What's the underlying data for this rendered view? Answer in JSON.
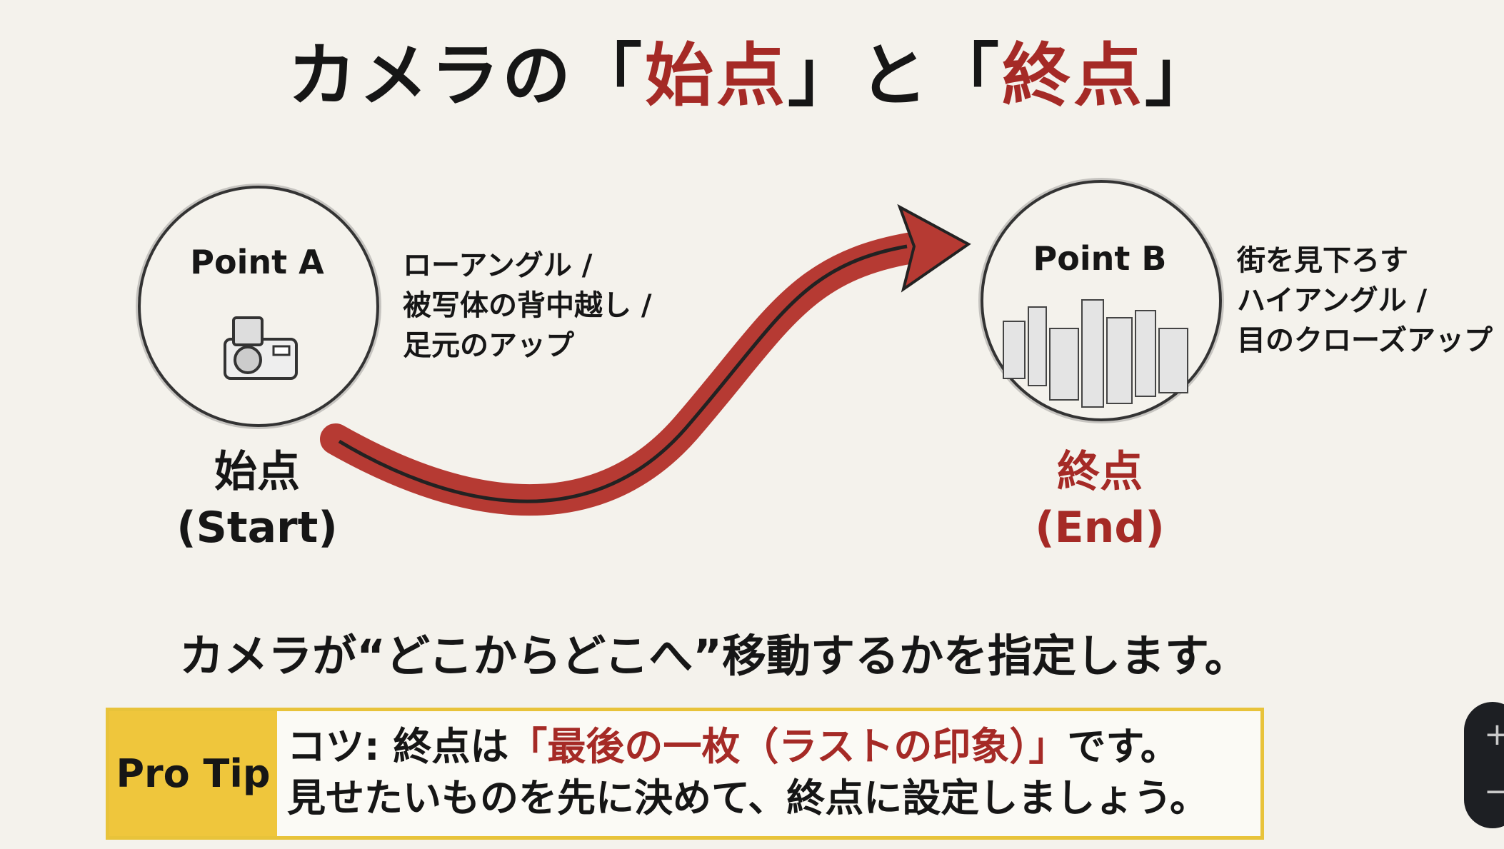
{
  "title": {
    "prefix": "カメラの「",
    "start": "始点",
    "middle": "」と「",
    "end": "終点",
    "suffix": "」"
  },
  "point_a": {
    "label": "Point A",
    "description": "ローアングル /\n被写体の背中越し /\n足元のアップ",
    "name": "始点",
    "name_en": "(Start)",
    "icon": "camera-icon"
  },
  "point_b": {
    "label": "Point B",
    "description": "街を見下ろす\nハイアングル /\n目のクローズアップ",
    "name": "終点",
    "name_en": "(End)",
    "icon": "cityscape-icon"
  },
  "subtitle": "カメラが“どこからどこへ”移動するかを指定します。",
  "pro_tip": {
    "label": "Pro Tip",
    "line1_prefix": "コツ: 終点は",
    "line1_highlight": "「最後の一枚（ラストの印象）」",
    "line1_suffix": "です。",
    "line2": "見せたいものを先に決めて、終点に設定しましょう。"
  },
  "zoom_control": {
    "plus": "+",
    "minus": "−"
  },
  "colors": {
    "accent": "#a52a26",
    "tip_yellow": "#efc63c",
    "background": "#f4f2ec"
  }
}
